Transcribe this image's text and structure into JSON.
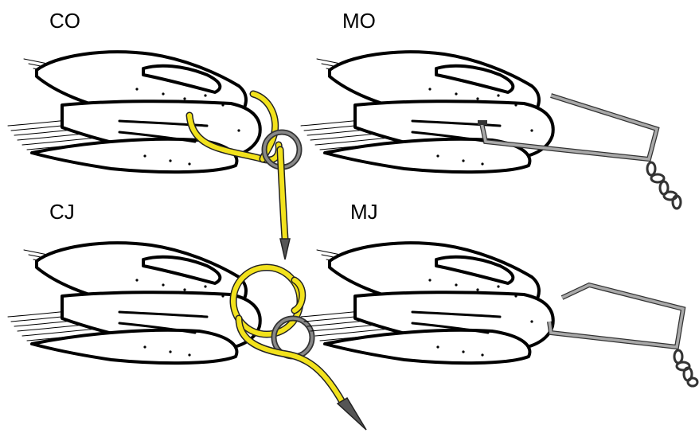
{
  "panels": [
    {
      "id": "co",
      "label": "CO"
    },
    {
      "id": "mo",
      "label": "MO"
    },
    {
      "id": "cj",
      "label": "CJ"
    },
    {
      "id": "mj",
      "label": "MJ"
    }
  ],
  "colors": {
    "line": "#f2e21c",
    "ring": "#888888",
    "wire": "#a9a9a9",
    "chain": "#999999"
  }
}
